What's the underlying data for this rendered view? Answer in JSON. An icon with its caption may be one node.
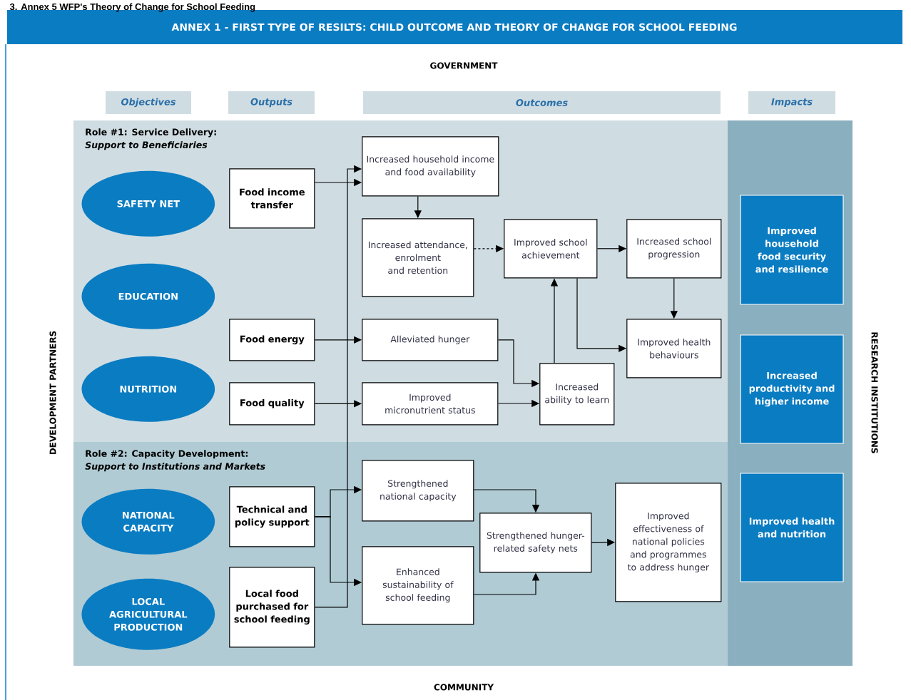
{
  "diagram": {
    "title": "ANNEX 1 - FIRST TYPE OF RESILTS: CHILD OUTCOME AND THEORY OF CHANGE FOR SCHOOL FEEDING",
    "nodes": [
      {
        "text": [
          "Objectives"
        ]
      },
      {
        "text": [
          "Outputs"
        ]
      },
      {
        "text": [
          "Outcomes"
        ]
      },
      {
        "text": [
          "Impacts"
        ]
      },
      {
        "text": [
          "Role #1: Service Delivery:",
          "Support to Beneficiaries"
        ]
      },
      {
        "text": [
          "SAFETY NET"
        ],
        "in": 4
      },
      {
        "text": [
          "EDUCATION"
        ],
        "in": 4
      },
      {
        "text": [
          "NUTRITION"
        ],
        "in": 4
      },
      {
        "text": [
          "Food income transfer"
        ],
        "in": 4
      },
      {
        "text": [
          "Food energy"
        ],
        "in": 4
      },
      {
        "text": [
          "Food quality"
        ],
        "in": 4
      },
      {
        "text": [
          "Increased household income and food availability"
        ],
        "in": 4
      },
      {
        "text": [
          "Increased attendance, enrolment and retention"
        ],
        "in": 4
      },
      {
        "text": [
          "Improved school achievement"
        ],
        "in": 4
      },
      {
        "text": [
          "Increased school progression"
        ],
        "in": 4
      },
      {
        "text": [
          "Alleviated hunger"
        ],
        "in": 4
      },
      {
        "text": [
          "Improved micronutrient status"
        ],
        "in": 4
      },
      {
        "text": [
          "Increased ability to learn"
        ],
        "in": 4
      },
      {
        "text": [
          "Improved health behaviours"
        ],
        "in": 4
      },
      {
        "text": [
          "Role #2: Capacity Development:",
          "Support to Institutions and Markets"
        ]
      },
      {
        "text": [
          "NATIONAL CAPACITY"
        ],
        "in": 19
      },
      {
        "text": [
          "LOCAL AGRICULTURAL PRODUCTION"
        ],
        "in": 19
      },
      {
        "text": [
          "Technical and policy support"
        ],
        "in": 19
      },
      {
        "text": [
          "Local food purchased for school feeding"
        ],
        "in": 19
      },
      {
        "text": [
          "Strengthened national capacity"
        ],
        "in": 19
      },
      {
        "text": [
          "Enhanced sustainability of school feeding"
        ],
        "in": 19
      },
      {
        "text": [
          "Strengthened hunger-related safety nets"
        ],
        "in": 19
      },
      {
        "text": [
          "Improved effectiveness of national policies and programmes to address hunger"
        ],
        "in": 19
      },
      {
        "text": [
          "Improved household food security and resilience"
        ]
      },
      {
        "text": [
          "Increased productivity and higher income"
        ]
      },
      {
        "text": [
          "Improved health and nutrition"
        ]
      }
    ],
    "edges": [
      {
        "from": 23,
        "to": 11,
        "arrow": "to"
      },
      {
        "from": 8,
        "to": 11,
        "arrow": "to"
      },
      {
        "from": 11,
        "to": 12,
        "arrow": "to"
      },
      {
        "from": 12,
        "to": 13,
        "arrow": "to",
        "style": "dashed"
      },
      {
        "from": 13,
        "to": 14,
        "arrow": "to"
      },
      {
        "from": 14,
        "to": 18,
        "arrow": "to"
      },
      {
        "from": 13,
        "to": 18,
        "arrow": "to"
      },
      {
        "from": 9,
        "to": 15,
        "arrow": "to"
      },
      {
        "from": 10,
        "to": 16,
        "arrow": "to"
      },
      {
        "from": 15,
        "to": 17,
        "arrow": "to"
      },
      {
        "from": 16,
        "to": 17,
        "arrow": "to"
      },
      {
        "from": 17,
        "to": 13,
        "arrow": "to"
      },
      {
        "from": 22,
        "to": 24,
        "arrow": "to"
      },
      {
        "from": 22,
        "to": 25,
        "arrow": "to"
      },
      {
        "from": 24,
        "to": 26,
        "arrow": "to"
      },
      {
        "from": 25,
        "to": 26,
        "arrow": "to"
      },
      {
        "from": 26,
        "to": 27,
        "arrow": "to"
      }
    ],
    "labels": [
      "3.  Annex 5 WFP's Theory of Change for School Feeding",
      "GOVERNMENT",
      "DEVELOPMENT PARTNERS",
      "RESEARCH INSTITUTIONS",
      "COMMUNITY"
    ]
  }
}
